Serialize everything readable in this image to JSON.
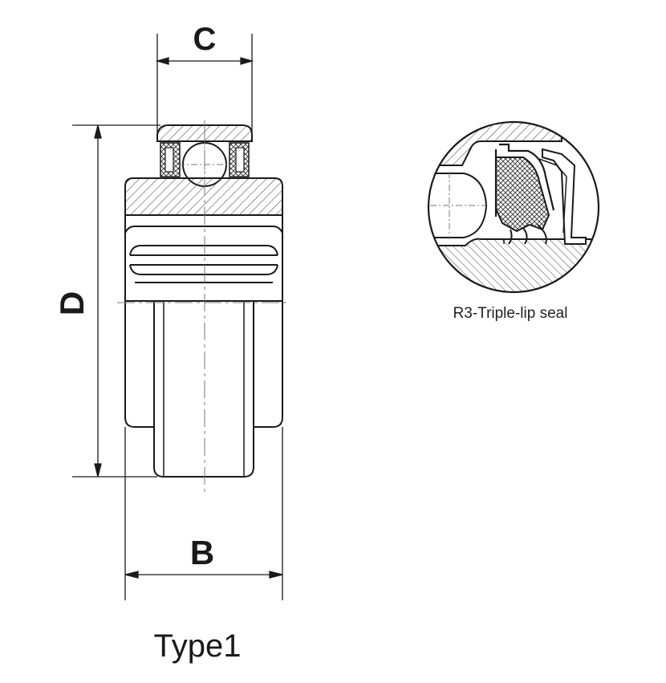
{
  "drawing": {
    "dimensions": {
      "c": "C",
      "d": "D",
      "b": "B"
    },
    "type_label": "Type1",
    "detail": {
      "caption": "R3-Triple-lip seal"
    }
  },
  "colors": {
    "line": "#1a1a1a",
    "hatch": "#555555",
    "center_line": "#777777",
    "seal_fill": "#bdbdbd",
    "background": "#ffffff"
  }
}
